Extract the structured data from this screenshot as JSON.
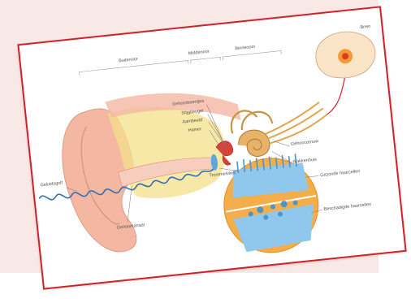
{
  "colors": {
    "frame": "#d0202a",
    "background_panel": "#f8e8e6",
    "wave": "#2c6fb6",
    "skin": "#f4b7a2",
    "cartilage": "#f5e08a",
    "brain_glow": "#f28c1c",
    "hair_cells": "#6fb2e0"
  },
  "sections": {
    "outer": "Buitenoor",
    "middle": "Middenoor",
    "inner": "Binnenoor"
  },
  "labels": {
    "brain": "Brein",
    "sound": "Geluidsgolf",
    "ossicles": "Gehoorbeentjes",
    "stirrup": "Stijgbeugel",
    "anvil": "Aambeeld",
    "hammer": "Hamer",
    "eardrum": "Trommelvlies",
    "canal": "Gehoorkanaal",
    "nerve": "Gehoorzenuw",
    "cochlea": "Slakkenhuis",
    "healthy": "Gezonde haarcellen",
    "damaged": "Beschadigde haarcellen"
  }
}
